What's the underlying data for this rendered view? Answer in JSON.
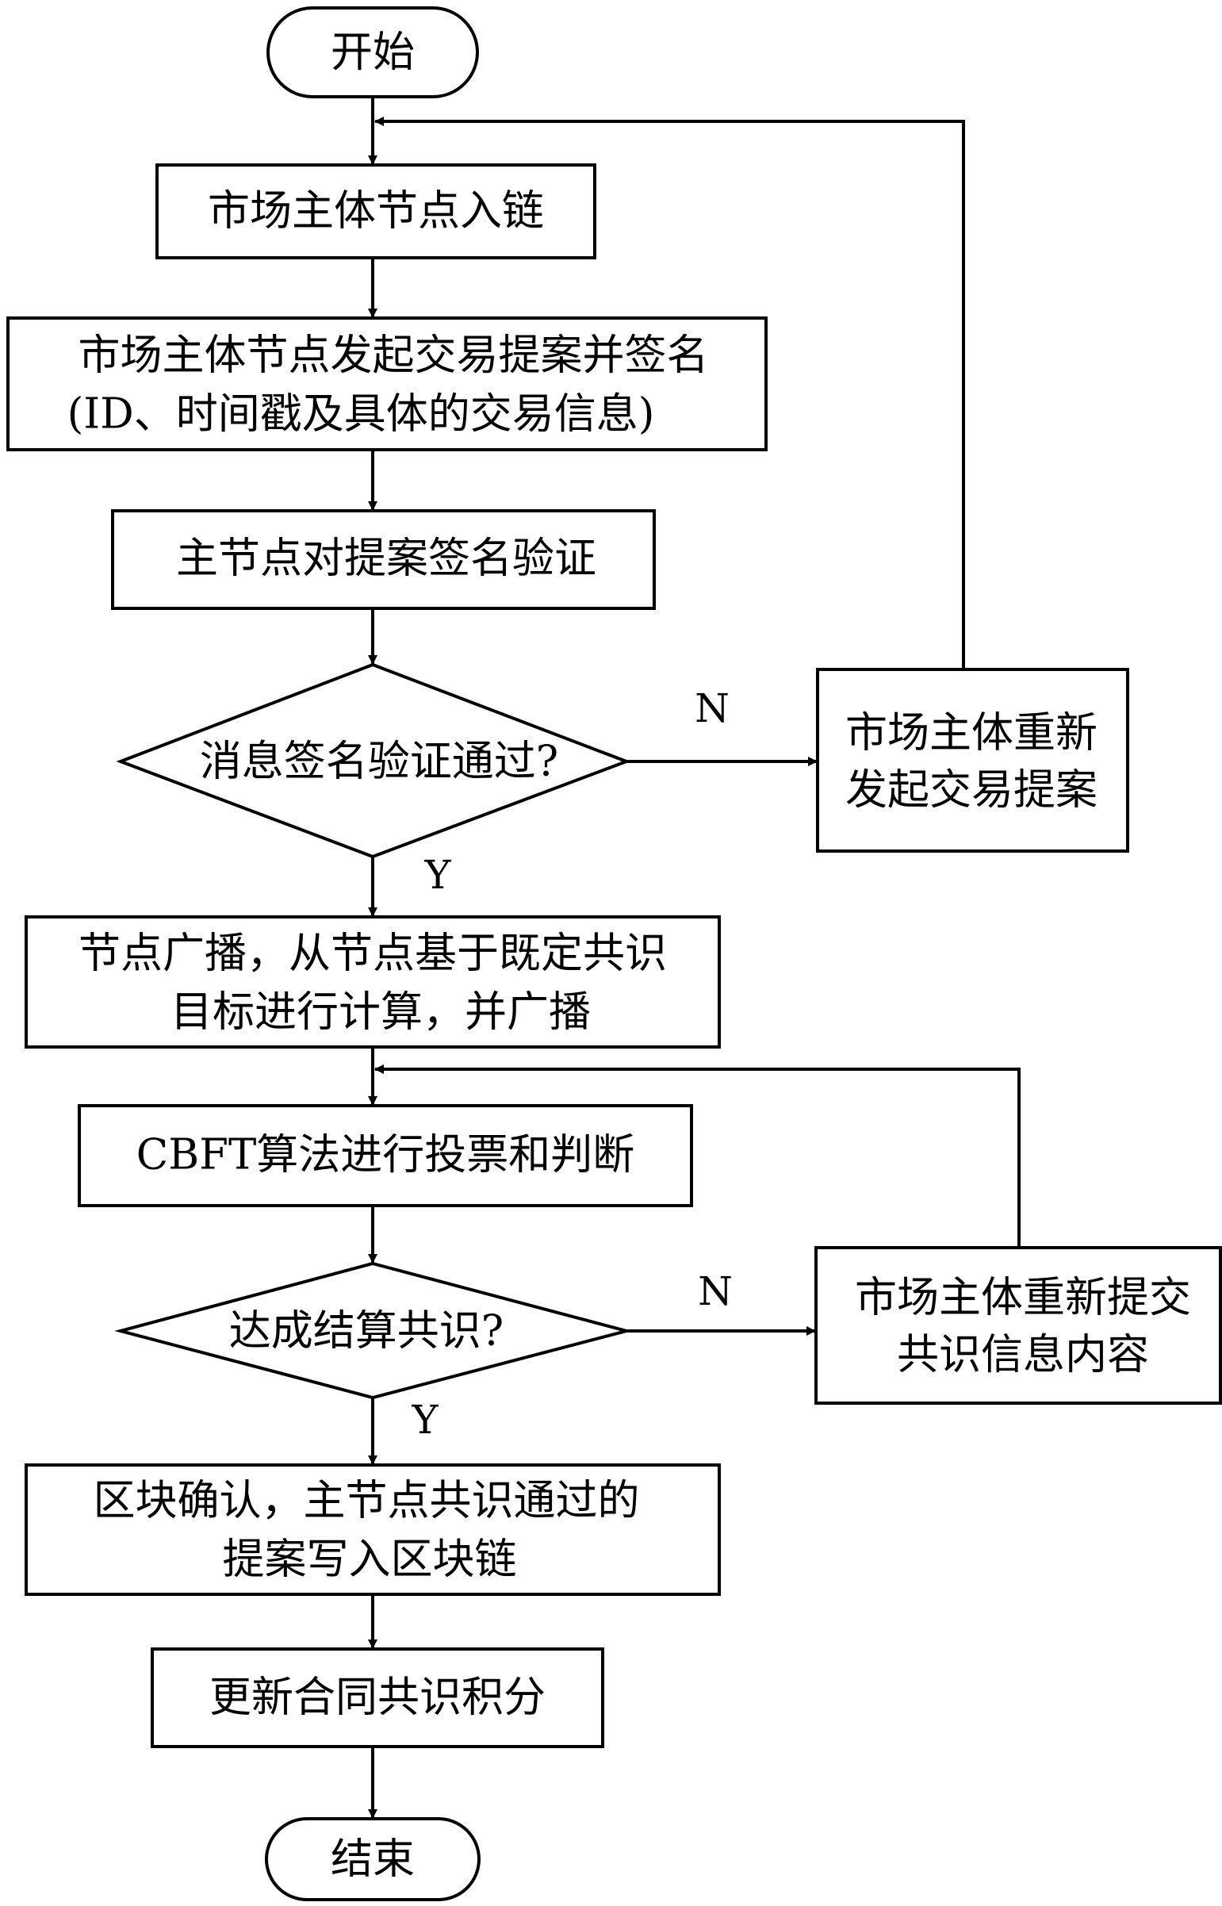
{
  "nodes": {
    "start": "开始",
    "node_join": "市场主体节点入链",
    "initiate": [
      "市场主体节点发起交易提案并签名",
      "(ID、时间戳及具体的交易信息)"
    ],
    "verify": "主节点对提案签名验证",
    "decision_sig": "消息签名验证通过?",
    "reinitiate": [
      "市场主体重新",
      "发起交易提案"
    ],
    "broadcast": [
      "节点广播，从节点基于既定共识",
      "目标进行计算，并广播"
    ],
    "cbft": "CBFT算法进行投票和判断",
    "decision_consensus": "达成结算共识?",
    "resubmit": [
      "市场主体重新提交",
      "共识信息内容"
    ],
    "confirm": [
      "区块确认，主节点共识通过的",
      "提案写入区块链"
    ],
    "update": "更新合同共识积分",
    "end": "结束"
  },
  "edge_labels": {
    "sig_no": "N",
    "sig_yes": "Y",
    "consensus_no": "N",
    "consensus_yes": "Y"
  }
}
